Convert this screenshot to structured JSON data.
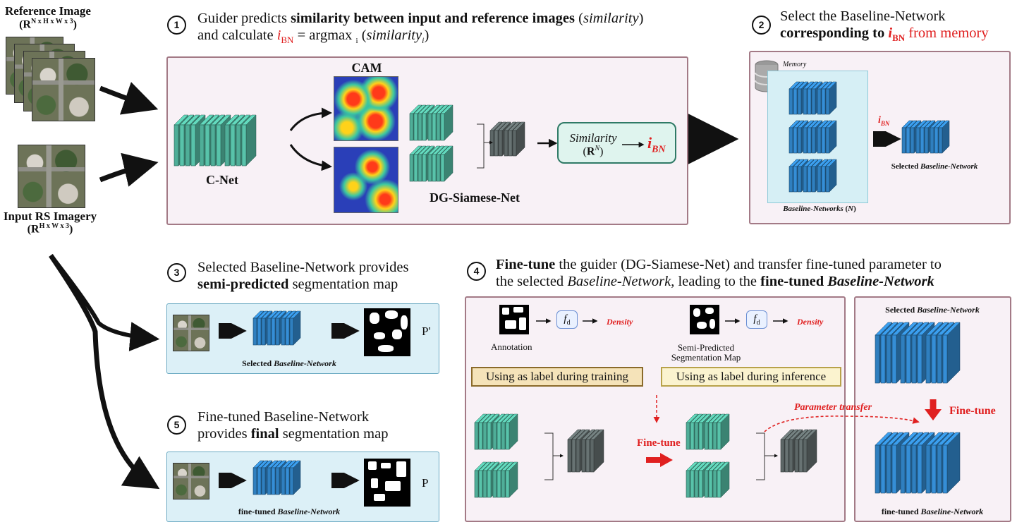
{
  "input_side": {
    "reference_title": "Reference Image",
    "reference_dims": "(R",
    "reference_sup": "N x H x W x 3",
    "reference_close": ")",
    "input_title": "Input RS Imagery",
    "input_dims": "(R",
    "input_sup": "H x W x 3",
    "input_close": ")"
  },
  "step1": {
    "number": "1",
    "line1_a": "Guider predicts ",
    "line1_b": "similarity between input and reference images",
    "line1_c": " (",
    "line1_d": "similarity",
    "line1_e": ")",
    "line2_a": "and calculate ",
    "line2_b": "i",
    "line2_sub": "BN",
    "line2_c": " = argmax ",
    "line2_d": "i",
    "line2_e": " (",
    "line2_f": "similarity",
    "line2_g": "i",
    "line2_h": ")",
    "cnet_label": "C-Net",
    "cam_label": "CAM",
    "siamese_label": "DG-Siamese-Net",
    "similarity_text": "Similarity",
    "similarity_dim_a": "(",
    "similarity_dim_b": "R",
    "similarity_dim_sup": "N",
    "similarity_dim_c": ")",
    "ibn_i": "i",
    "ibn_sub": "BN"
  },
  "step2": {
    "number": "2",
    "line1": "Select the Baseline-Network",
    "line2_a": "corresponding to ",
    "line2_i": "i",
    "line2_sub": "BN",
    "line2_b": " from memory",
    "memory_label": "Memory",
    "ibn_i": "i",
    "ibn_sub": "BN",
    "selected_a": "Selected ",
    "selected_b": "Baseline-Network",
    "baselines_a": "Baseline-Networks",
    "baselines_b": " (",
    "baselines_c": "N",
    "baselines_d": ")"
  },
  "step3": {
    "number": "3",
    "line1": "Selected Baseline-Network provides",
    "line2_a": "semi-predicted",
    "line2_b": " segmentation map",
    "net_a": "Selected ",
    "net_b": "Baseline-Network",
    "output": "P'"
  },
  "step4": {
    "number": "4",
    "line1_a": "Fine-tune",
    "line1_b": " the guider (DG-Siamese-Net) and transfer fine-tuned parameter to",
    "line2_a": "the selected ",
    "line2_b": "Baseline-Network",
    "line2_c": ", leading to the ",
    "line2_d": "fine-tuned ",
    "line2_e": "Baseline-Network",
    "annotation": "Annotation",
    "semi_pred_1": "Semi-Predicted",
    "semi_pred_2": "Segmentation Map",
    "fd": "f",
    "fd_sub": "d",
    "density": "Density",
    "label_train": "Using as label during training",
    "label_infer": "Using as label during inference",
    "finetune": "Fine-tune",
    "param_transfer": "Parameter transfer",
    "right_selected_a": "Selected ",
    "right_selected_b": "Baseline-Network",
    "right_finetune": "Fine-tune",
    "right_finetuned_a": "fine-tuned ",
    "right_finetuned_b": "Baseline-Network"
  },
  "step5": {
    "number": "5",
    "line1": "Fine-tuned Baseline-Network",
    "line2_a": "provides ",
    "line2_b": "final",
    "line2_c": " segmentation map",
    "net_a": "fine-tuned ",
    "net_b": "Baseline-Network",
    "output": "P"
  },
  "colors": {
    "teal": "#4fae98",
    "blue": "#2f7fbf",
    "gray": "#5d6767",
    "accent_red": "#e02020",
    "pink_bg": "#f8f1f6",
    "blue_bg": "#dcf0f7",
    "label_bg": "#f5e3b9"
  }
}
